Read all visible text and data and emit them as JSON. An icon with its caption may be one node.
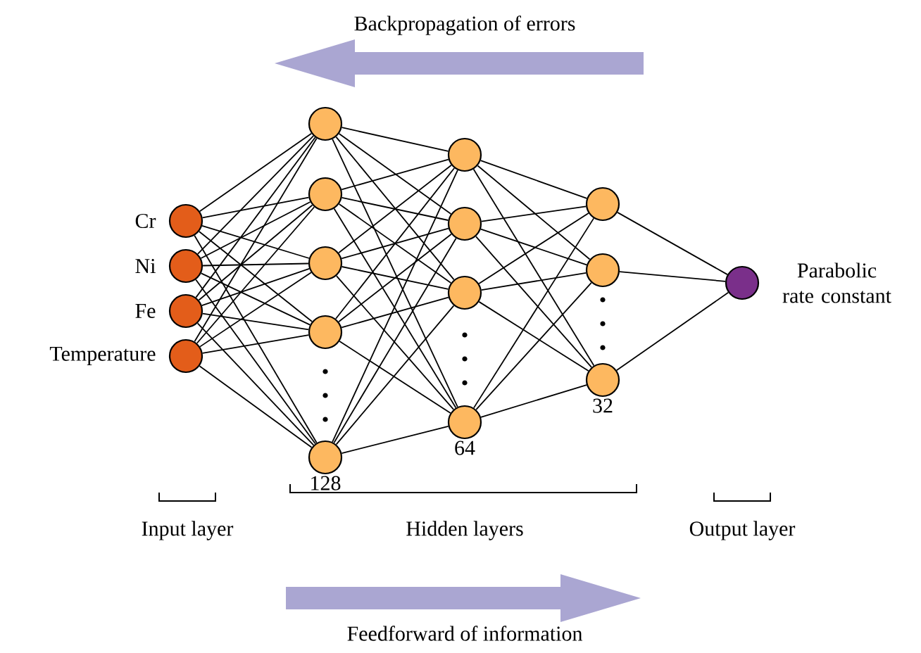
{
  "diagram": {
    "nodes": [
      {
        "text": [],
        "shape": "circle",
        "beside": [
          "Cr"
        ]
      },
      {
        "text": [],
        "shape": "circle",
        "beside": [
          "Ni"
        ]
      },
      {
        "text": [],
        "shape": "circle",
        "beside": [
          "Fe"
        ]
      },
      {
        "text": [],
        "shape": "circle",
        "beside": [
          "Temperature"
        ]
      },
      {
        "text": [],
        "shape": "circle"
      },
      {
        "text": [],
        "shape": "circle"
      },
      {
        "text": [],
        "shape": "circle"
      },
      {
        "text": [],
        "shape": "circle"
      },
      {
        "text": [],
        "shape": "circle",
        "beside": [
          "128"
        ]
      },
      {
        "text": [],
        "shape": "circle"
      },
      {
        "text": [],
        "shape": "circle"
      },
      {
        "text": [],
        "shape": "circle"
      },
      {
        "text": [],
        "shape": "circle",
        "beside": [
          "64"
        ]
      },
      {
        "text": [],
        "shape": "circle"
      },
      {
        "text": [],
        "shape": "circle"
      },
      {
        "text": [],
        "shape": "circle",
        "beside": [
          "32"
        ]
      },
      {
        "text": [],
        "shape": "circle",
        "beside": [
          "Parabolic rate constant"
        ]
      }
    ],
    "edges": [
      {
        "from": 0,
        "to": 4,
        "arrow": "none"
      },
      {
        "from": 0,
        "to": 5,
        "arrow": "none"
      },
      {
        "from": 0,
        "to": 6,
        "arrow": "none"
      },
      {
        "from": 0,
        "to": 7,
        "arrow": "none"
      },
      {
        "from": 0,
        "to": 8,
        "arrow": "none"
      },
      {
        "from": 1,
        "to": 4,
        "arrow": "none"
      },
      {
        "from": 1,
        "to": 5,
        "arrow": "none"
      },
      {
        "from": 1,
        "to": 6,
        "arrow": "none"
      },
      {
        "from": 1,
        "to": 7,
        "arrow": "none"
      },
      {
        "from": 1,
        "to": 8,
        "arrow": "none"
      },
      {
        "from": 2,
        "to": 4,
        "arrow": "none"
      },
      {
        "from": 2,
        "to": 5,
        "arrow": "none"
      },
      {
        "from": 2,
        "to": 6,
        "arrow": "none"
      },
      {
        "from": 2,
        "to": 7,
        "arrow": "none"
      },
      {
        "from": 2,
        "to": 8,
        "arrow": "none"
      },
      {
        "from": 3,
        "to": 4,
        "arrow": "none"
      },
      {
        "from": 3,
        "to": 5,
        "arrow": "none"
      },
      {
        "from": 3,
        "to": 6,
        "arrow": "none"
      },
      {
        "from": 3,
        "to": 7,
        "arrow": "none"
      },
      {
        "from": 3,
        "to": 8,
        "arrow": "none"
      },
      {
        "from": 4,
        "to": 9,
        "arrow": "none"
      },
      {
        "from": 4,
        "to": 10,
        "arrow": "none"
      },
      {
        "from": 4,
        "to": 11,
        "arrow": "none"
      },
      {
        "from": 4,
        "to": 12,
        "arrow": "none"
      },
      {
        "from": 5,
        "to": 9,
        "arrow": "none"
      },
      {
        "from": 5,
        "to": 10,
        "arrow": "none"
      },
      {
        "from": 5,
        "to": 11,
        "arrow": "none"
      },
      {
        "from": 5,
        "to": 12,
        "arrow": "none"
      },
      {
        "from": 6,
        "to": 9,
        "arrow": "none"
      },
      {
        "from": 6,
        "to": 10,
        "arrow": "none"
      },
      {
        "from": 6,
        "to": 11,
        "arrow": "none"
      },
      {
        "from": 6,
        "to": 12,
        "arrow": "none"
      },
      {
        "from": 7,
        "to": 9,
        "arrow": "none"
      },
      {
        "from": 7,
        "to": 10,
        "arrow": "none"
      },
      {
        "from": 7,
        "to": 11,
        "arrow": "none"
      },
      {
        "from": 7,
        "to": 12,
        "arrow": "none"
      },
      {
        "from": 8,
        "to": 9,
        "arrow": "none"
      },
      {
        "from": 8,
        "to": 10,
        "arrow": "none"
      },
      {
        "from": 8,
        "to": 11,
        "arrow": "none"
      },
      {
        "from": 8,
        "to": 12,
        "arrow": "none"
      },
      {
        "from": 9,
        "to": 13,
        "arrow": "none"
      },
      {
        "from": 9,
        "to": 14,
        "arrow": "none"
      },
      {
        "from": 9,
        "to": 15,
        "arrow": "none"
      },
      {
        "from": 10,
        "to": 13,
        "arrow": "none"
      },
      {
        "from": 10,
        "to": 14,
        "arrow": "none"
      },
      {
        "from": 10,
        "to": 15,
        "arrow": "none"
      },
      {
        "from": 11,
        "to": 13,
        "arrow": "none"
      },
      {
        "from": 11,
        "to": 14,
        "arrow": "none"
      },
      {
        "from": 11,
        "to": 15,
        "arrow": "none"
      },
      {
        "from": 12,
        "to": 13,
        "arrow": "none"
      },
      {
        "from": 12,
        "to": 14,
        "arrow": "none"
      },
      {
        "from": 12,
        "to": 15,
        "arrow": "none"
      },
      {
        "from": 13,
        "to": 16,
        "arrow": "none"
      },
      {
        "from": 14,
        "to": 16,
        "arrow": "none"
      },
      {
        "from": 15,
        "to": 16,
        "arrow": "none"
      }
    ],
    "labels": [
      "Backpropagation of errors",
      "Input layer",
      "Hidden layers",
      "Output layer",
      "Feedforward of information"
    ]
  }
}
